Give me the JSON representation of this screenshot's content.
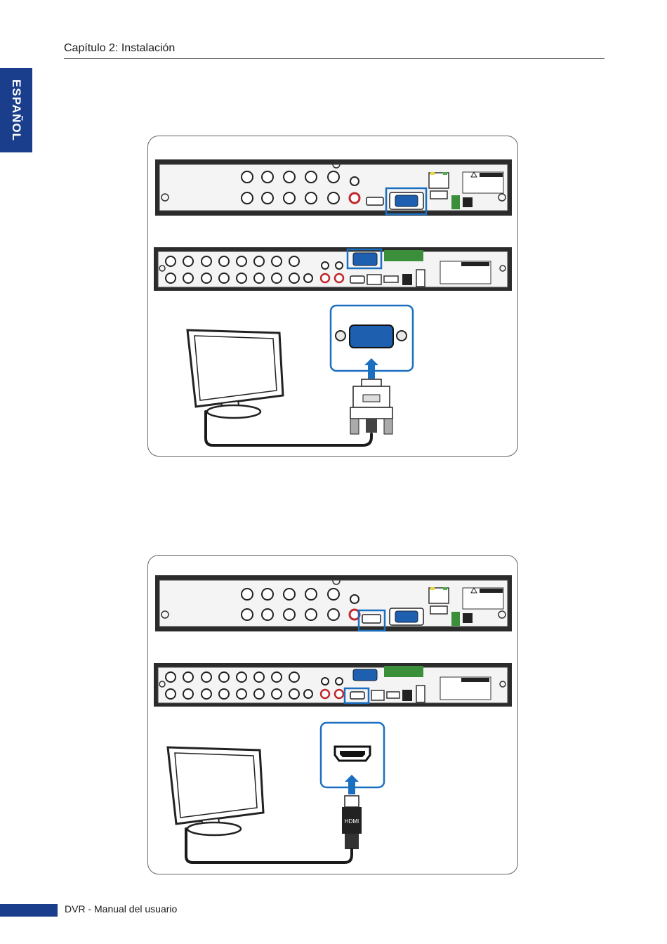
{
  "header": {
    "chapter_title": "Capítulo 2: Instalación"
  },
  "side_tab": {
    "language": "ESPAÑOL"
  },
  "footer": {
    "manual_title": "DVR - Manual del usuario"
  },
  "figures": [
    {
      "connection": "VGA",
      "plug_label": ""
    },
    {
      "connection": "HDMI",
      "plug_label": "HDMI"
    }
  ],
  "colors": {
    "accent": "#1a6fc0",
    "tab_blue": "#1a3e8c",
    "panel_dark": "#2b2b2b"
  }
}
